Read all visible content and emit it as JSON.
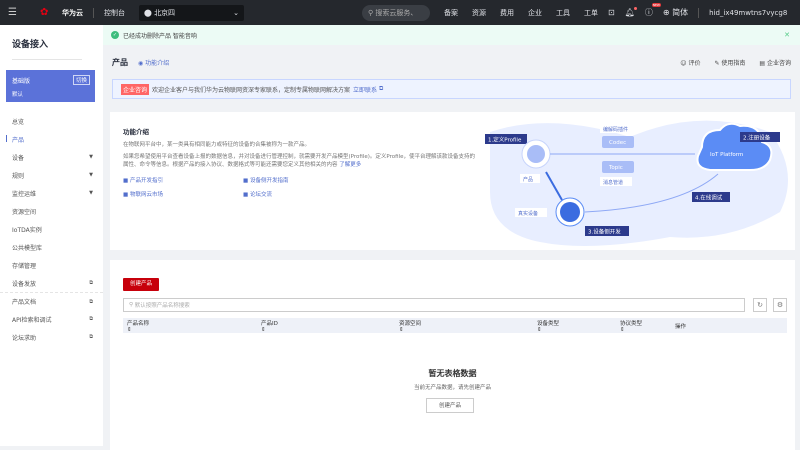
{
  "topbar": {
    "brand": "华为云",
    "console": "控制台",
    "region": "北京四",
    "search_placeholder": "搜索云服务、",
    "nav": [
      "备案",
      "资源",
      "费用",
      "企业",
      "工具",
      "工单"
    ],
    "new_badge": "NEW",
    "language": "简体",
    "user": "hid_ix49mwtns7vycg8"
  },
  "sidebar": {
    "title": "设备接入",
    "plan": {
      "name": "基础版",
      "switch": "切换",
      "instance": "默认"
    },
    "items": [
      {
        "label": "总览"
      },
      {
        "label": "产品",
        "active": true
      },
      {
        "label": "设备",
        "arrow": true
      },
      {
        "label": "规则",
        "arrow": true
      },
      {
        "label": "监控运维",
        "arrow": true
      },
      {
        "label": "资源空间"
      },
      {
        "label": "IoTDA实例"
      },
      {
        "label": "公共模型库"
      },
      {
        "label": "存储管理"
      },
      {
        "label": "设备发放",
        "ext": true
      },
      {
        "label": "产品文档",
        "ext": true
      },
      {
        "label": "API检索和调试",
        "ext": true
      },
      {
        "label": "论坛求助",
        "ext": true
      }
    ]
  },
  "notice": {
    "text": "已经成功删除产品 智能音响"
  },
  "page": {
    "title": "产品",
    "intro": "功能介绍",
    "actions": [
      "评价",
      "使用指南",
      "企业咨询"
    ]
  },
  "enterprise": {
    "tag": "企业咨询",
    "text": "欢迎企业客户与我们华为云物联网资深专家联系，定制专属物联网解决方案",
    "link": "立即联系"
  },
  "feature": {
    "title": "功能介绍",
    "p1": "在物联网平台中，某一类具有相同能力或特征的设备的合集被称为一款产品。",
    "p2": "如果您希望使用平台查看设备上报的数据信息，并对设备进行管理控制，就需要开发产品模型(Profile)。定义Profile，使平台理解该款设备支持的属性、命令等信息。根据产品的接入协议、数据格式等可能还需要您定义其他相关的内容",
    "more": "了解更多",
    "links": [
      "产品开发指引",
      "设备侧开发指南",
      "物联网云市场",
      "论坛交流"
    ],
    "diagram": {
      "step1": "1.定义Profile",
      "step2": "2.注册设备",
      "step3": "3.设备侧开发",
      "step4": "4.在线调试",
      "codec_label": "编解码插件",
      "codec": "Codec",
      "topic": "Topic",
      "topic_label": "消息管道",
      "product": "产品",
      "device": "真实设备",
      "platform": "IoT Platform"
    }
  },
  "table": {
    "create": "创建产品",
    "search_placeholder": "默认按照产品名称搜索",
    "columns": [
      "产品名称",
      "产品ID",
      "资源空间",
      "设备类型",
      "协议类型",
      "操作"
    ],
    "empty_title": "暂无表格数据",
    "empty_desc": "当前无产品数据，请先创建产品",
    "empty_button": "创建产品"
  }
}
